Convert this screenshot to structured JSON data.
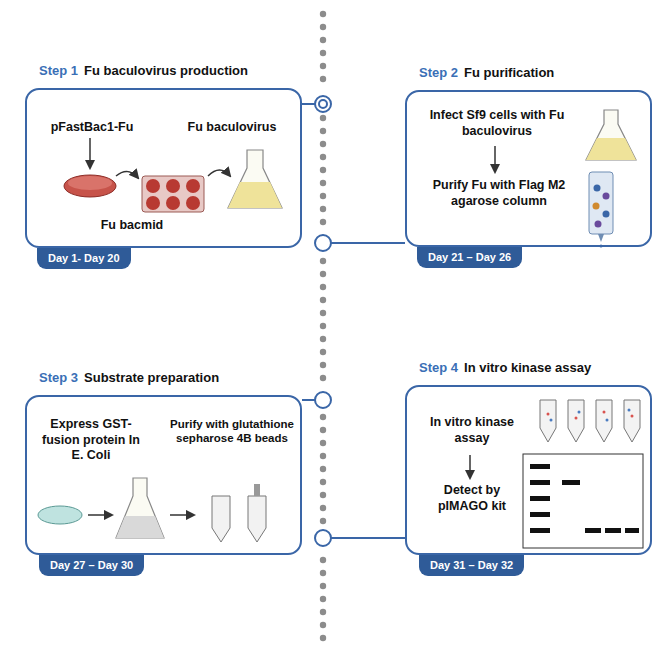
{
  "diagram": {
    "nodes": [
      {
        "text": [
          "Step 1",
          "Fu baculovirus production",
          "pFastBac1-Fu",
          "Fu baculovirus",
          "Fu bacmid"
        ]
      },
      {
        "text": [
          "Day 1- Day 20"
        ],
        "in": 0
      },
      {
        "text": [
          "Step 2",
          "Fu purification",
          "Infect Sf9 cells with Fu baculovirus",
          "Purify Fu with Flag M2 agarose column"
        ]
      },
      {
        "text": [
          "Day 21 – Day 26"
        ],
        "in": 2
      },
      {
        "text": [
          "Step 3",
          "Substrate preparation",
          "Express GST-fusion protein In E. Coli",
          "Purify with glutathione sepharose 4B beads"
        ]
      },
      {
        "text": [
          "Day 27 – Day 30"
        ],
        "in": 4
      },
      {
        "text": [
          "Step 4",
          "In vitro kinase assay",
          "In vitro kinase assay",
          "Detect by pIMAGO kit"
        ]
      },
      {
        "text": [
          "Day 31 – Day 32"
        ],
        "in": 6
      }
    ]
  }
}
